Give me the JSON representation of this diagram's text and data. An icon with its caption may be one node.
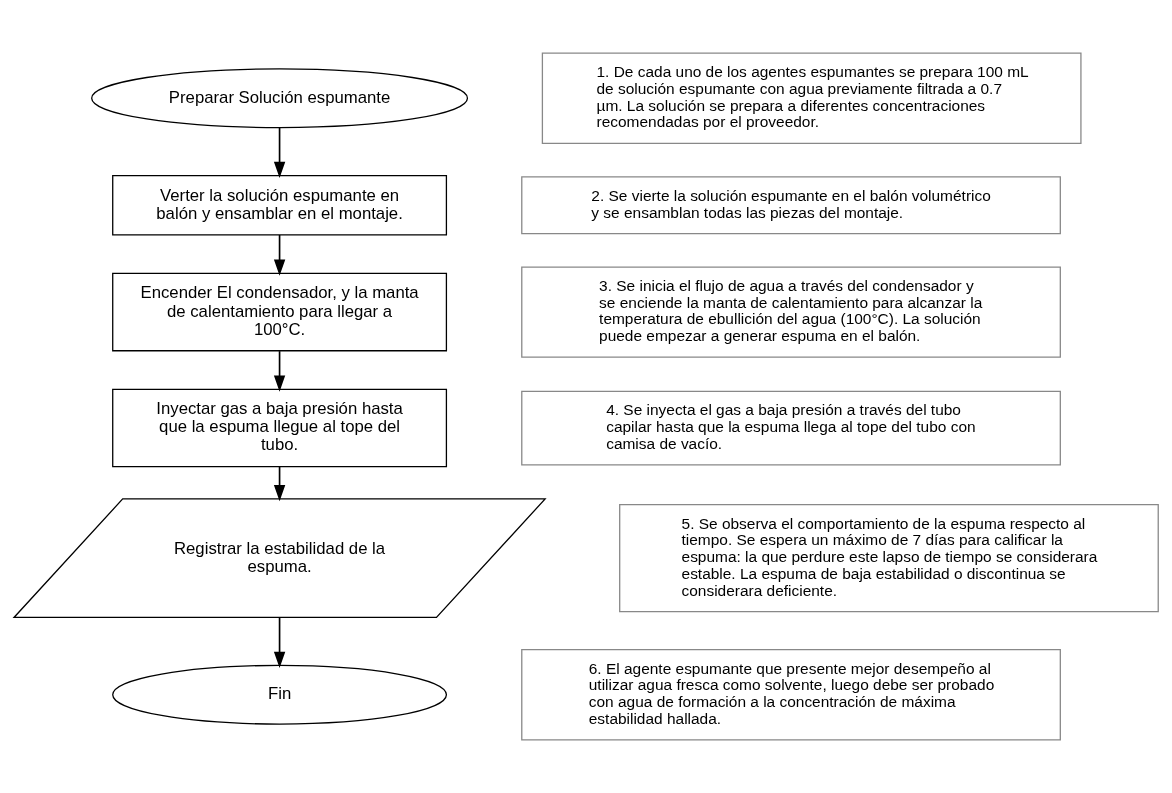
{
  "diagram": {
    "nodes": [
      {
        "text": [
          "Preparar Solución espumante"
        ]
      },
      {
        "text": [
          "Verter la solución espumante en balón y ensamblar en el montaje."
        ]
      },
      {
        "text": [
          "Encender El condensador, y la manta de calentamiento para llegar a 100°C."
        ]
      },
      {
        "text": [
          "Inyectar gas a baja presión hasta que la espuma llegue al tope del tubo."
        ]
      },
      {
        "text": [
          "Registrar la estabilidad de la espuma."
        ]
      },
      {
        "text": [
          "Fin"
        ]
      }
    ],
    "edges": [
      {
        "from": 0,
        "to": 1,
        "arrow": "to"
      },
      {
        "from": 1,
        "to": 2,
        "arrow": "to"
      },
      {
        "from": 2,
        "to": 3,
        "arrow": "to"
      },
      {
        "from": 3,
        "to": 4,
        "arrow": "to"
      },
      {
        "from": 4,
        "to": 5,
        "arrow": "to"
      }
    ],
    "labels": [
      "1. De cada uno de los agentes espumantes se prepara 100 mL de solución espumante con agua previamente filtrada a 0.7 µm. La solución se prepara a diferentes concentraciones recomendadas por el proveedor.",
      "2. Se vierte la solución espumante en el balón volumétrico y se ensamblan todas las piezas del montaje.",
      "3. Se inicia el flujo de agua a través del condensador y se enciende la manta de calentamiento para alcanzar la temperatura de ebullición del agua (100°C). La solución puede empezar a generar espuma en el balón.",
      "4. Se inyecta el gas a baja presión a través del tubo capilar hasta que la espuma llega al tope del tubo con camisa de vacío.",
      "5. Se observa el comportamiento de la espuma respecto al tiempo. Se espera un máximo de 7 días para calificar la espuma: la que perdure este lapso de tiempo se considerara estable. La espuma de baja estabilidad o discontinua se considerara deficiente.",
      "6. El agente espumante que presente mejor desempeño al utilizar agua fresca como solvente, luego debe ser probado con agua de formación a la concentración de máxima estabilidad hallada."
    ]
  }
}
